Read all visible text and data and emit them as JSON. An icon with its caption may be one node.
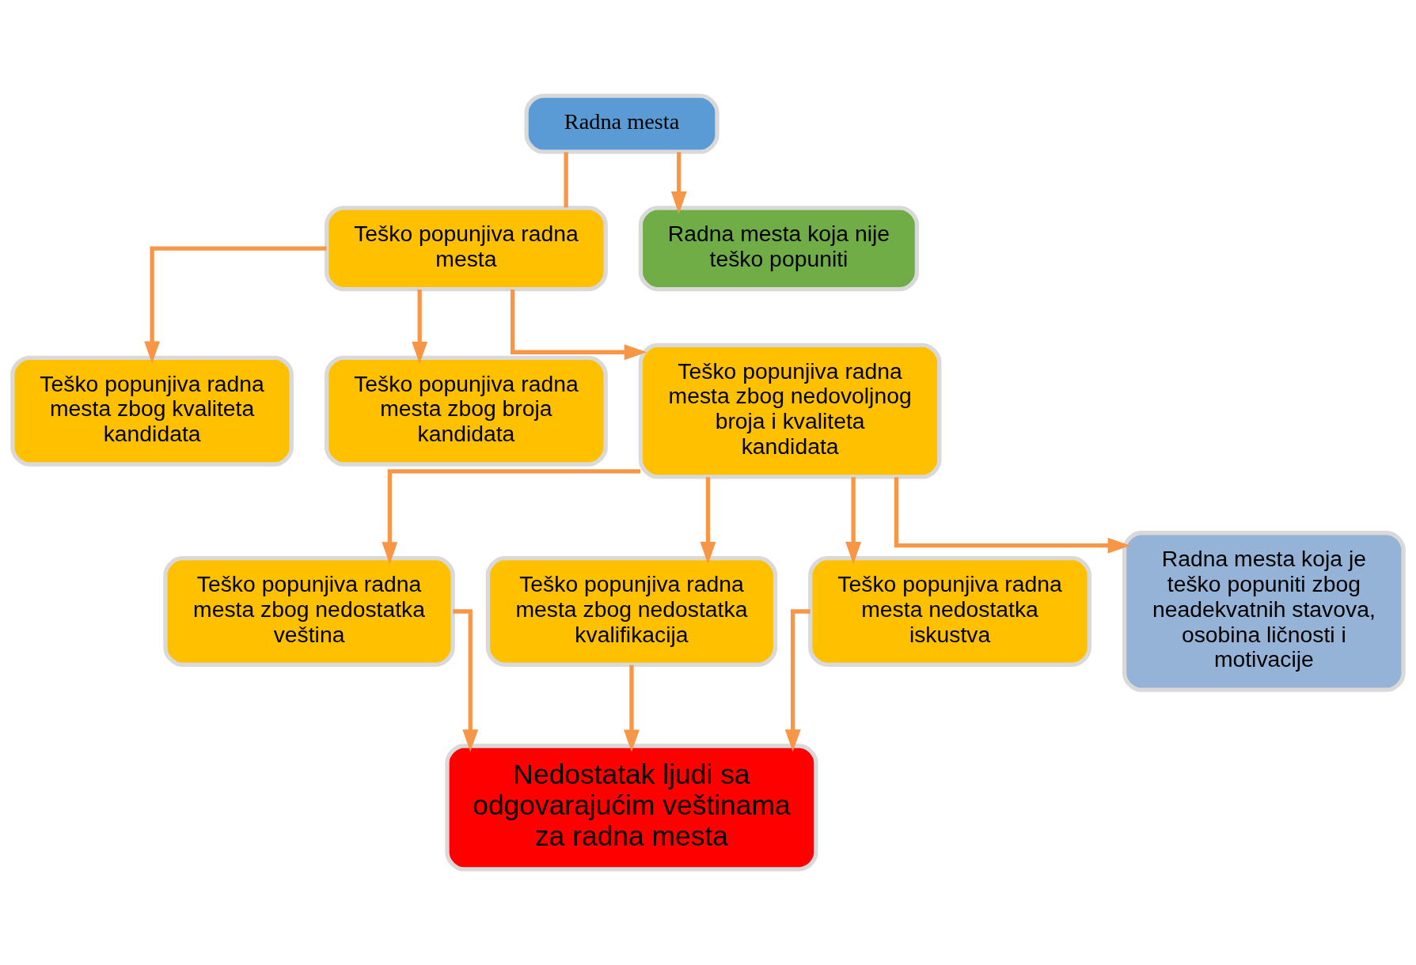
{
  "diagram": {
    "nodes": [
      {
        "text": [
          "Radna mesta"
        ]
      },
      {
        "text": [
          "Teško popunjiva radna mesta"
        ]
      },
      {
        "text": [
          "Radna mesta koja nije teško popuniti"
        ]
      },
      {
        "text": [
          "Teško popunjiva radna mesta zbog kvaliteta kandidata"
        ]
      },
      {
        "text": [
          "Teško popunjiva radna mesta zbog broja kandidata"
        ]
      },
      {
        "text": [
          "Teško popunjiva radna mesta zbog nedovoljnog broja i kvaliteta kandidata"
        ]
      },
      {
        "text": [
          "Teško popunjiva radna mesta zbog nedostatka veština"
        ]
      },
      {
        "text": [
          "Teško popunjiva radna mesta zbog nedostatka kvalifikacija"
        ]
      },
      {
        "text": [
          "Teško popunjiva radna mesta nedostatka iskustva"
        ]
      },
      {
        "text": [
          "Radna mesta koja je teško popuniti zbog neadekvatnih stavova, osobina ličnosti i motivacije"
        ]
      },
      {
        "text": [
          "Nedostatak ljudi sa odgovarajućim veštinama za radna mesta"
        ]
      }
    ],
    "edges": [
      {
        "from": 0,
        "to": 1,
        "arrow": "none",
        "color": "#f79646"
      },
      {
        "from": 0,
        "to": 2,
        "arrow": "to",
        "color": "#f79646"
      },
      {
        "from": 1,
        "to": 3,
        "arrow": "to",
        "color": "#f79646"
      },
      {
        "from": 1,
        "to": 4,
        "arrow": "to",
        "color": "#f79646"
      },
      {
        "from": 1,
        "to": 5,
        "arrow": "to",
        "color": "#f79646"
      },
      {
        "from": 5,
        "to": 6,
        "arrow": "to",
        "color": "#f79646"
      },
      {
        "from": 5,
        "to": 7,
        "arrow": "to",
        "color": "#f79646"
      },
      {
        "from": 5,
        "to": 8,
        "arrow": "to",
        "color": "#f79646"
      },
      {
        "from": 5,
        "to": 9,
        "arrow": "to",
        "color": "#f79646"
      },
      {
        "from": 6,
        "to": 10,
        "arrow": "to",
        "color": "#f79646"
      },
      {
        "from": 7,
        "to": 10,
        "arrow": "to",
        "color": "#f79646"
      },
      {
        "from": 8,
        "to": 10,
        "arrow": "to",
        "color": "#f79646"
      }
    ]
  }
}
